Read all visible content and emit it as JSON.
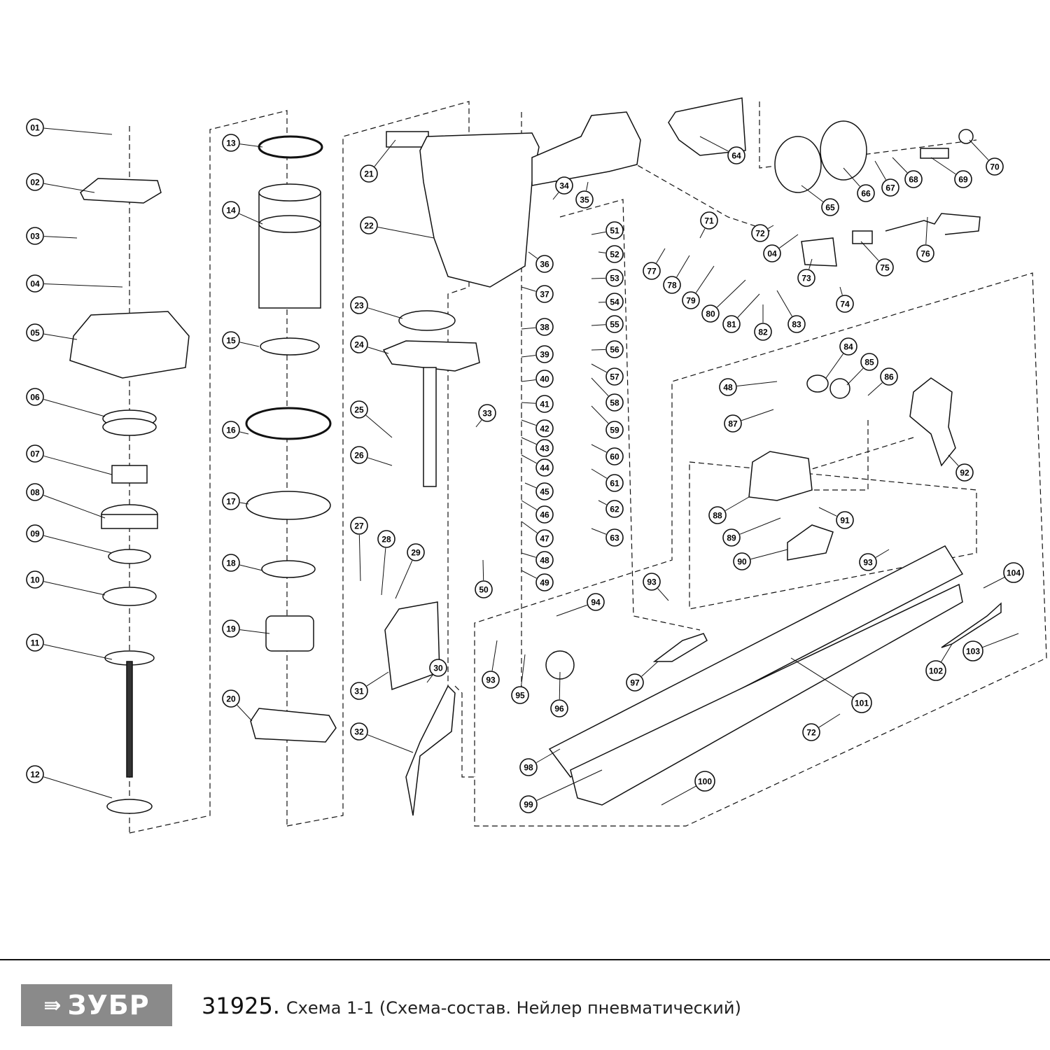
{
  "diagram": {
    "part_labels": [
      "01",
      "02",
      "03",
      "04",
      "05",
      "06",
      "07",
      "08",
      "09",
      "10",
      "11",
      "12",
      "13",
      "14",
      "15",
      "16",
      "17",
      "18",
      "19",
      "20",
      "21",
      "22",
      "23",
      "24",
      "25",
      "26",
      "27",
      "28",
      "29",
      "30",
      "31",
      "32",
      "33",
      "34",
      "35",
      "36",
      "37",
      "38",
      "39",
      "40",
      "41",
      "42",
      "43",
      "44",
      "45",
      "46",
      "47",
      "48",
      "49",
      "50",
      "51",
      "52",
      "53",
      "54",
      "55",
      "56",
      "57",
      "58",
      "59",
      "60",
      "61",
      "62",
      "63",
      "64",
      "65",
      "66",
      "67",
      "68",
      "69",
      "70",
      "71",
      "72",
      "04",
      "73",
      "74",
      "75",
      "76",
      "77",
      "78",
      "79",
      "80",
      "81",
      "82",
      "83",
      "84",
      "85",
      "86",
      "48",
      "87",
      "88",
      "89",
      "90",
      "91",
      "92",
      "93",
      "93",
      "93",
      "94",
      "95",
      "96",
      "97",
      "98",
      "99",
      "100",
      "101",
      "102",
      "103",
      "104",
      "72"
    ],
    "line_color": "#111111"
  },
  "footer": {
    "brand": "ЗУБР",
    "brand_color": "#8a8a8a",
    "code": "31925.",
    "title": "Схема 1-1 (Схема-состав. Нейлер пневматический)"
  }
}
